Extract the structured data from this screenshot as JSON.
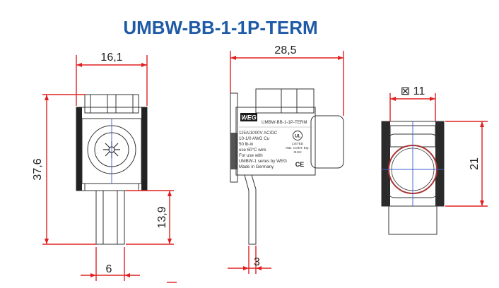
{
  "title": "UMBW-BB-1-1P-TERM",
  "dimensions": {
    "front_width": "16,1",
    "height_total": "37,6",
    "lower_height": "13,9",
    "pin_width": "6",
    "side_width": "28,5",
    "pin_thickness": "3",
    "top_square": "⊠ 11",
    "right_height": "21"
  },
  "label": {
    "logo": "WEG",
    "model": "UMBW-BB-1-1P-TERM",
    "lines": [
      "115A/1000V AC/DC",
      "10-1/0 AWG Cu",
      "50 lb-in",
      "use 60°C wire",
      "For use with",
      "UMBW-1 series by WEG",
      "Made in Germany"
    ],
    "ul_mark": "UL",
    "ul_text": [
      "LISTED",
      "IND. CONT. EQ.",
      "3HXJ"
    ],
    "ce_mark": "CE"
  },
  "colors": {
    "title": "#1f5aa6",
    "dimension": "#e02020",
    "centerline": "#3a5fcf",
    "outline": "#333333"
  }
}
